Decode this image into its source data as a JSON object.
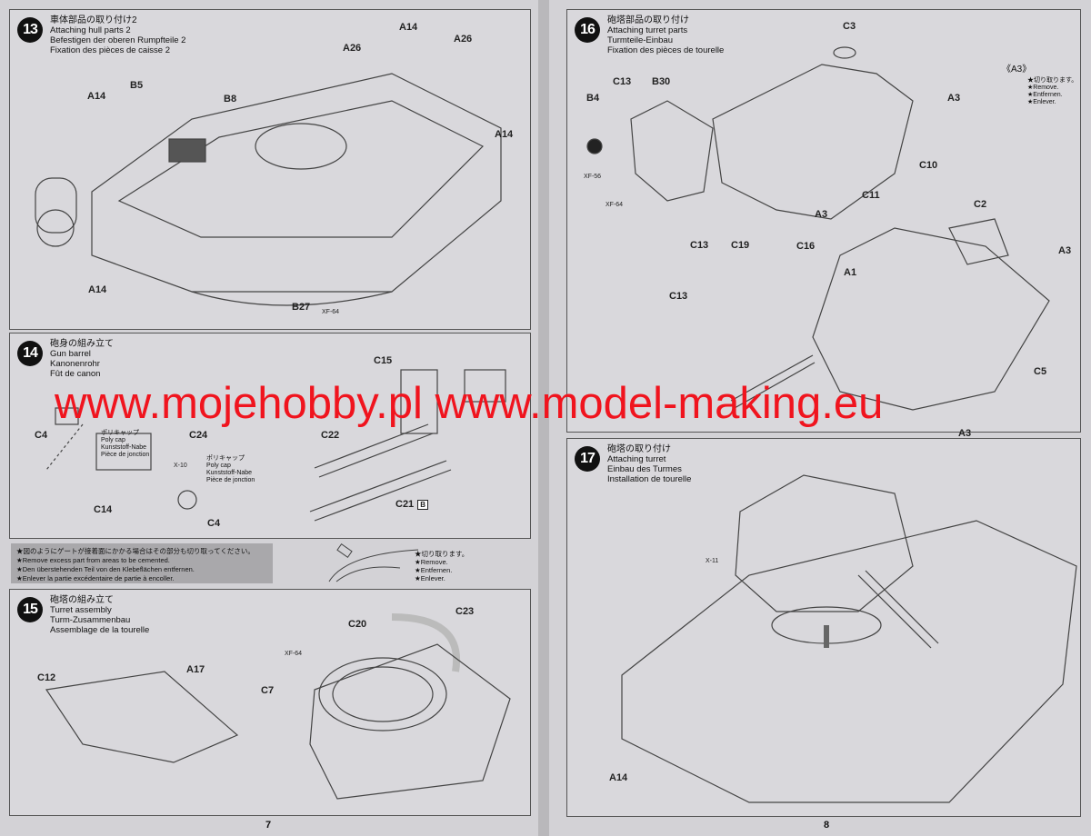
{
  "steps": [
    {
      "num": "13",
      "ja": "車体部品の取り付け2",
      "en": "Attaching hull parts 2",
      "de": "Befestigen der oberen Rumpfteile 2",
      "fr": "Fixation des pièces de caisse 2",
      "labels": [
        "B8",
        "B5",
        "A14",
        "A26",
        "A26",
        "A14",
        "A14",
        "A14",
        "B27"
      ],
      "paints": [
        "XF-64"
      ]
    },
    {
      "num": "14",
      "ja": "砲身の組み立て",
      "en": "Gun barrel",
      "de": "Kanonenrohr",
      "fr": "Fût de canon",
      "labels": [
        "C4",
        "C15",
        "C22",
        "C24",
        "C14",
        "C4",
        "C21"
      ],
      "paints": [
        "X-10"
      ],
      "runner": "B",
      "polycap": {
        "ja": "ポリキャップ",
        "en": "Poly cap",
        "de": "Kunststoff-Nabe",
        "fr": "Pièce de jonction"
      }
    },
    {
      "num": "15",
      "ja": "砲塔の組み立て",
      "en": "Turret assembly",
      "de": "Turm-Zusammenbau",
      "fr": "Assemblage de la tourelle",
      "labels": [
        "C20",
        "C23",
        "C7",
        "C12",
        "A17"
      ],
      "paints": [
        "XF-64"
      ]
    },
    {
      "num": "16",
      "ja": "砲塔部品の取り付け",
      "en": "Attaching turret parts",
      "de": "Turmteile-Einbau",
      "fr": "Fixation des pièces de tourelle",
      "labels": [
        "C3",
        "A3",
        "C13",
        "B30",
        "B4",
        "C10",
        "C11",
        "A3",
        "C13",
        "C19",
        "C16",
        "C2",
        "A3",
        "A1",
        "C13",
        "C5",
        "A3"
      ],
      "paints": [
        "XF-56",
        "XF-64"
      ],
      "detail": {
        "title": "《A3》",
        "ja": "★切り取ります。",
        "en": "★Remove.",
        "de": "★Entfernen.",
        "fr": "★Enlever."
      }
    },
    {
      "num": "17",
      "ja": "砲塔の取り付け",
      "en": "Attaching turret",
      "de": "Einbau des Turmes",
      "fr": "Installation de tourelle",
      "labels": [
        "A14"
      ],
      "paints": [
        "X-11"
      ]
    }
  ],
  "note": {
    "ja": "★図のようにゲートが接着面にかかる場合はその部分も切り取ってください。",
    "en": "★Remove excess part from areas to be cemented.",
    "de": "★Den überstehenden Teil von den Klebeflächen entfernen.",
    "fr": "★Enlever la partie excédentaire de partie à encoller.",
    "remove": {
      "ja": "★切り取ります。",
      "en": "★Remove.",
      "de": "★Entfernen.",
      "fr": "★Enlever."
    }
  },
  "pages": {
    "left": "7",
    "right": "8"
  },
  "watermark": "www.mojehobby.pl www.model-making.eu"
}
